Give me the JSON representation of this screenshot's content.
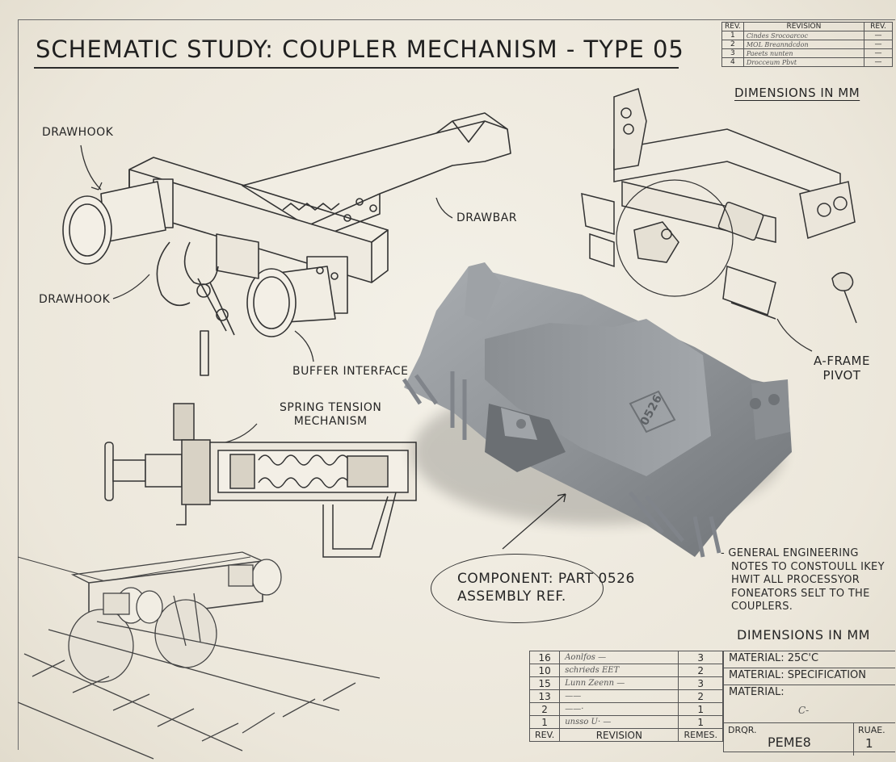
{
  "title": "SCHEMATIC STUDY: COUPLER MECHANISM - TYPE 05",
  "revision_table": {
    "headers": [
      "REV.",
      "REVISION",
      "REV."
    ],
    "rows": [
      {
        "rev": "1",
        "text": "Cindes Srocoarcoc",
        "mark": "—"
      },
      {
        "rev": "2",
        "text": "MOL Breanndcdon",
        "mark": "—"
      },
      {
        "rev": "3",
        "text": "Paeets nunten",
        "mark": "—"
      },
      {
        "rev": "4",
        "text": "Drocceum Pbvt",
        "mark": "—"
      }
    ]
  },
  "labels": {
    "dimensions_top": "DIMENSIONS IN MM",
    "drawhook_top": "DRAWHOOK",
    "drawhook_mid": "DRAWHOOK",
    "drawbar": "DRAWBAR",
    "buffer_interface": "BUFFER INTERFACE",
    "spring_line1": "SPRING TENSION",
    "spring_line2": "MECHANISM",
    "aframe_line1": "A-FRAME",
    "aframe_line2": "PIVOT",
    "component_line1": "COMPONENT: PART 0526",
    "component_line2": "ASSEMBLY REF.",
    "part_number": "0526",
    "dimensions_bottom": "DIMENSIONS IN MM"
  },
  "notes": [
    "- GENERAL ENGINEERING",
    "NOTES TO CONSTOULL IKEY",
    "HWIT ALL PROCESSYOR",
    "FONEATORS SELT TO THE",
    "COUPLERS."
  ],
  "bom_table": {
    "rows": [
      {
        "no": "16",
        "text": "Aonlfos —",
        "qty": "3"
      },
      {
        "no": "10",
        "text": "schrieds EET",
        "qty": "2"
      },
      {
        "no": "15",
        "text": "Lunn Zeenn —",
        "qty": "3"
      },
      {
        "no": "13",
        "text": "——",
        "qty": "2"
      },
      {
        "no": "2",
        "text": "——·",
        "qty": "1"
      },
      {
        "no": "1",
        "text": "unsso U· —",
        "qty": "1"
      }
    ],
    "footer": {
      "rev": "REV.",
      "revision": "REVISION",
      "remes": "REMES."
    }
  },
  "material_block": {
    "row1": "MATERIAL: 25C'C",
    "row2": "MATERIAL: SPECIFICATION",
    "row3": "MATERIAL:",
    "row3_value": "C-",
    "drgr_label": "DRQR.",
    "drgr_value": "PEME8",
    "ruae_label": "RUAE.",
    "ruae_value": "1"
  },
  "colors": {
    "paper": "#efebe1",
    "ink": "#2a2a2a",
    "part_grey": "#8d9195"
  }
}
